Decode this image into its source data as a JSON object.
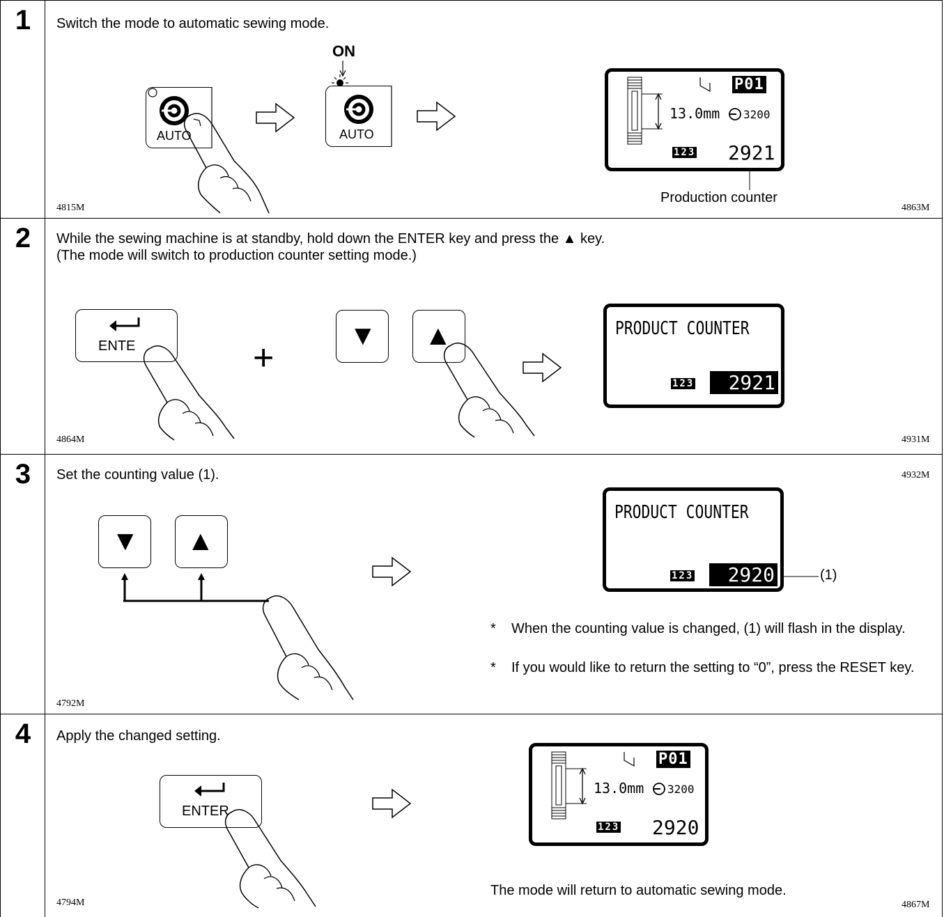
{
  "steps": [
    {
      "number": "1",
      "instruction": "Switch the mode to automatic sewing mode.",
      "on_label": "ON",
      "auto_label": "AUTO",
      "auto_label_2": "AUTO",
      "display": {
        "program": "P01",
        "length": "13.0mm",
        "speed": "3200",
        "counter_icon": "123",
        "counter": "2921"
      },
      "callout": "Production counter",
      "code_left": "4815M",
      "code_right": "4863M"
    },
    {
      "number": "2",
      "instruction_line1": "While the sewing machine is at standby, hold down the ENTER key and press the ▲ key.",
      "instruction_line2": "(The mode will switch to production counter setting mode.)",
      "enter_label": "ENTE",
      "plus": "+",
      "down_key": "▼",
      "up_key": "▲",
      "display": {
        "title": "PRODUCT COUNTER",
        "counter_icon": "123",
        "counter": "2921"
      },
      "code_left": "4864M",
      "code_right": "4931M"
    },
    {
      "number": "3",
      "instruction": "Set the counting value (1).",
      "down_key": "▼",
      "up_key": "▲",
      "display": {
        "title": "PRODUCT COUNTER",
        "counter_icon": "123",
        "counter": "2920"
      },
      "callout": "(1)",
      "notes": [
        {
          "bullet": "*",
          "text": "When the counting value is changed, (1) will flash in the display."
        },
        {
          "bullet": "*",
          "text": "If you would like to return the setting to “0”, press the RESET key."
        }
      ],
      "code_left": "4792M",
      "code_right": "4932M"
    },
    {
      "number": "4",
      "instruction": "Apply the changed setting.",
      "enter_label": "ENTER",
      "display": {
        "program": "P01",
        "length": "13.0mm",
        "speed": "3200",
        "counter_icon": "123",
        "counter": "2920"
      },
      "caption": "The mode will return to automatic sewing mode.",
      "code_left": "4794M",
      "code_right": "4867M"
    }
  ]
}
